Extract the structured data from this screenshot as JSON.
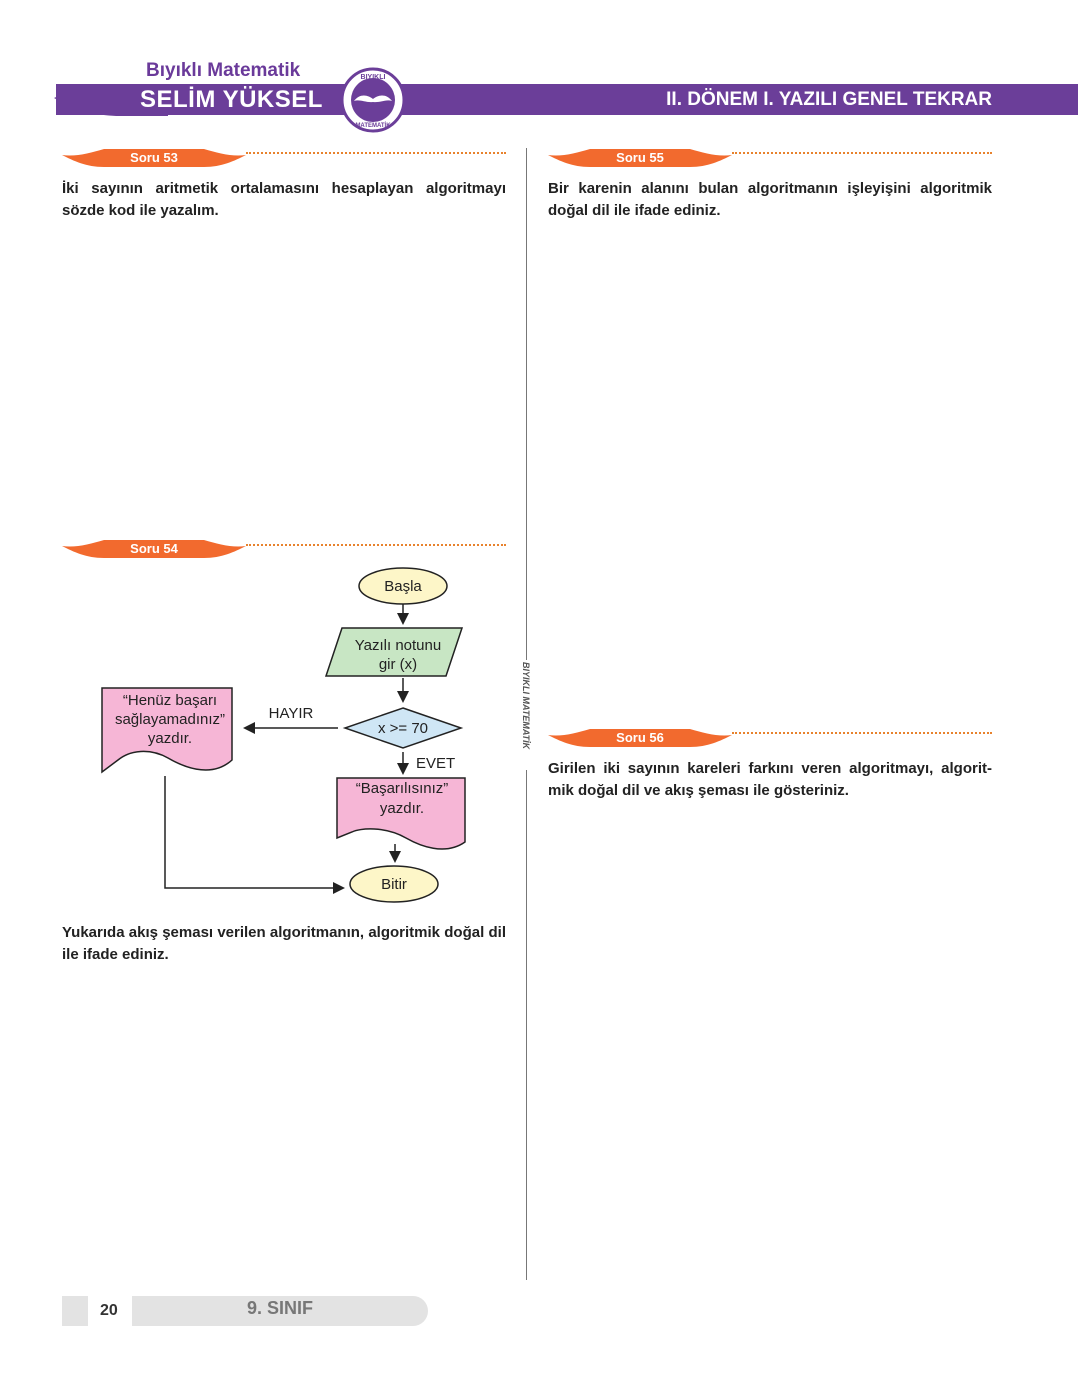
{
  "header": {
    "brand_top": "Bıyıklı Matematik",
    "brand_name": "SELİM YÜKSEL",
    "logo_top": "BIYIKLI",
    "logo_bottom": "MATEMATİK",
    "title": "II. DÖNEM I. YAZILI GENEL TEKRAR"
  },
  "colors": {
    "purple": "#6b3e99",
    "orange": "#f26a2e",
    "flow_start": "#fdf6c8",
    "flow_input": "#c8e6c4",
    "flow_decision": "#cfe6f5",
    "flow_output": "#f6b6d6"
  },
  "questions": {
    "q53": {
      "label": "Soru 53",
      "text": "İki sayının aritmetik ortalamasını hesaplayan algoritmayı sözde kod ile yazalım."
    },
    "q54": {
      "label": "Soru 54",
      "text": "Yukarıda akış şeması verilen algoritmanın, algoritmik doğal dil ile ifade ediniz."
    },
    "q55": {
      "label": "Soru 55",
      "text": "Bir karenin alanını bulan algoritmanın işleyişini algoritmik doğal dil ile ifade ediniz."
    },
    "q56": {
      "label": "Soru 56",
      "text": "Girilen iki sayının kareleri farkını veren algoritmayı, algorit-mik doğal dil ve akış şeması ile gösteriniz."
    }
  },
  "flowchart": {
    "start": "Başla",
    "input_line1": "Yazılı notunu",
    "input_line2": "gir (x)",
    "decision": "x >= 70",
    "no_label": "HAYIR",
    "yes_label": "EVET",
    "fail_line1": "“Henüz başarı",
    "fail_line2": "sağlayamadınız”",
    "fail_line3": "yazdır.",
    "pass_line1": "“Başarılısınız”",
    "pass_line2": "yazdır.",
    "end": "Bitir"
  },
  "side_label": "BIYIKLI MATEMATİK",
  "footer": {
    "page_number": "20",
    "grade": "9. SINIF"
  }
}
